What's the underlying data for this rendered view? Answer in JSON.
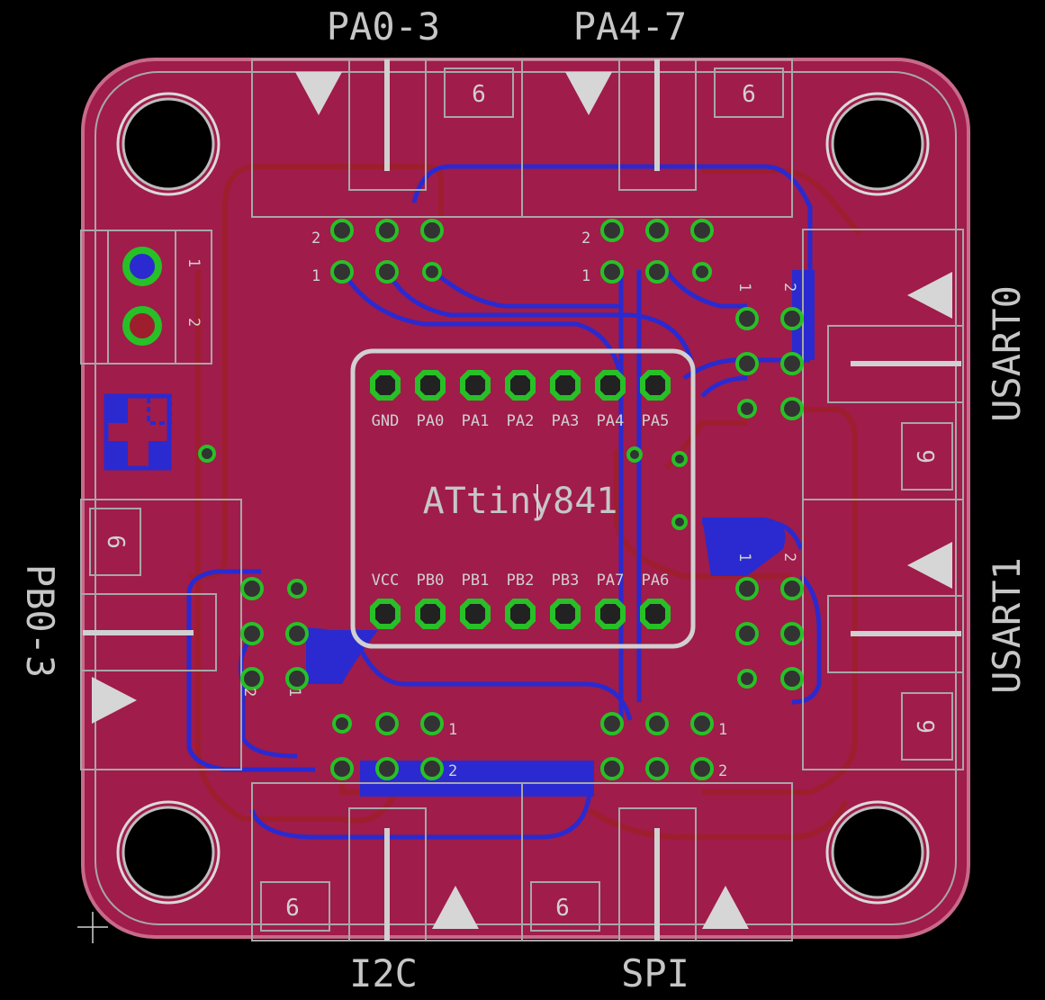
{
  "board": {
    "mcu_label": "ATtiny841",
    "top_pins": [
      "GND",
      "PA0",
      "PA1",
      "PA2",
      "PA3",
      "PA4",
      "PA5"
    ],
    "bottom_pins": [
      "VCC",
      "PB0",
      "PB1",
      "PB2",
      "PB3",
      "PA7",
      "PA6"
    ]
  },
  "connectors": {
    "top_left": "PA0-3",
    "top_right": "PA4-7",
    "bottom_left": "I2C",
    "bottom_right": "SPI",
    "right_top": "USART0",
    "right_bottom": "USART1",
    "left": "PB0-3"
  },
  "connector_size_label": "6",
  "header_pin_numbers": {
    "one": "1",
    "two": "2"
  },
  "colors": {
    "board": "#a01c4a",
    "copper_top": "#9e1e2e",
    "copper_bottom": "#2a2ad0",
    "pad": "#27c027",
    "silkscreen": "#c9c9c9"
  }
}
